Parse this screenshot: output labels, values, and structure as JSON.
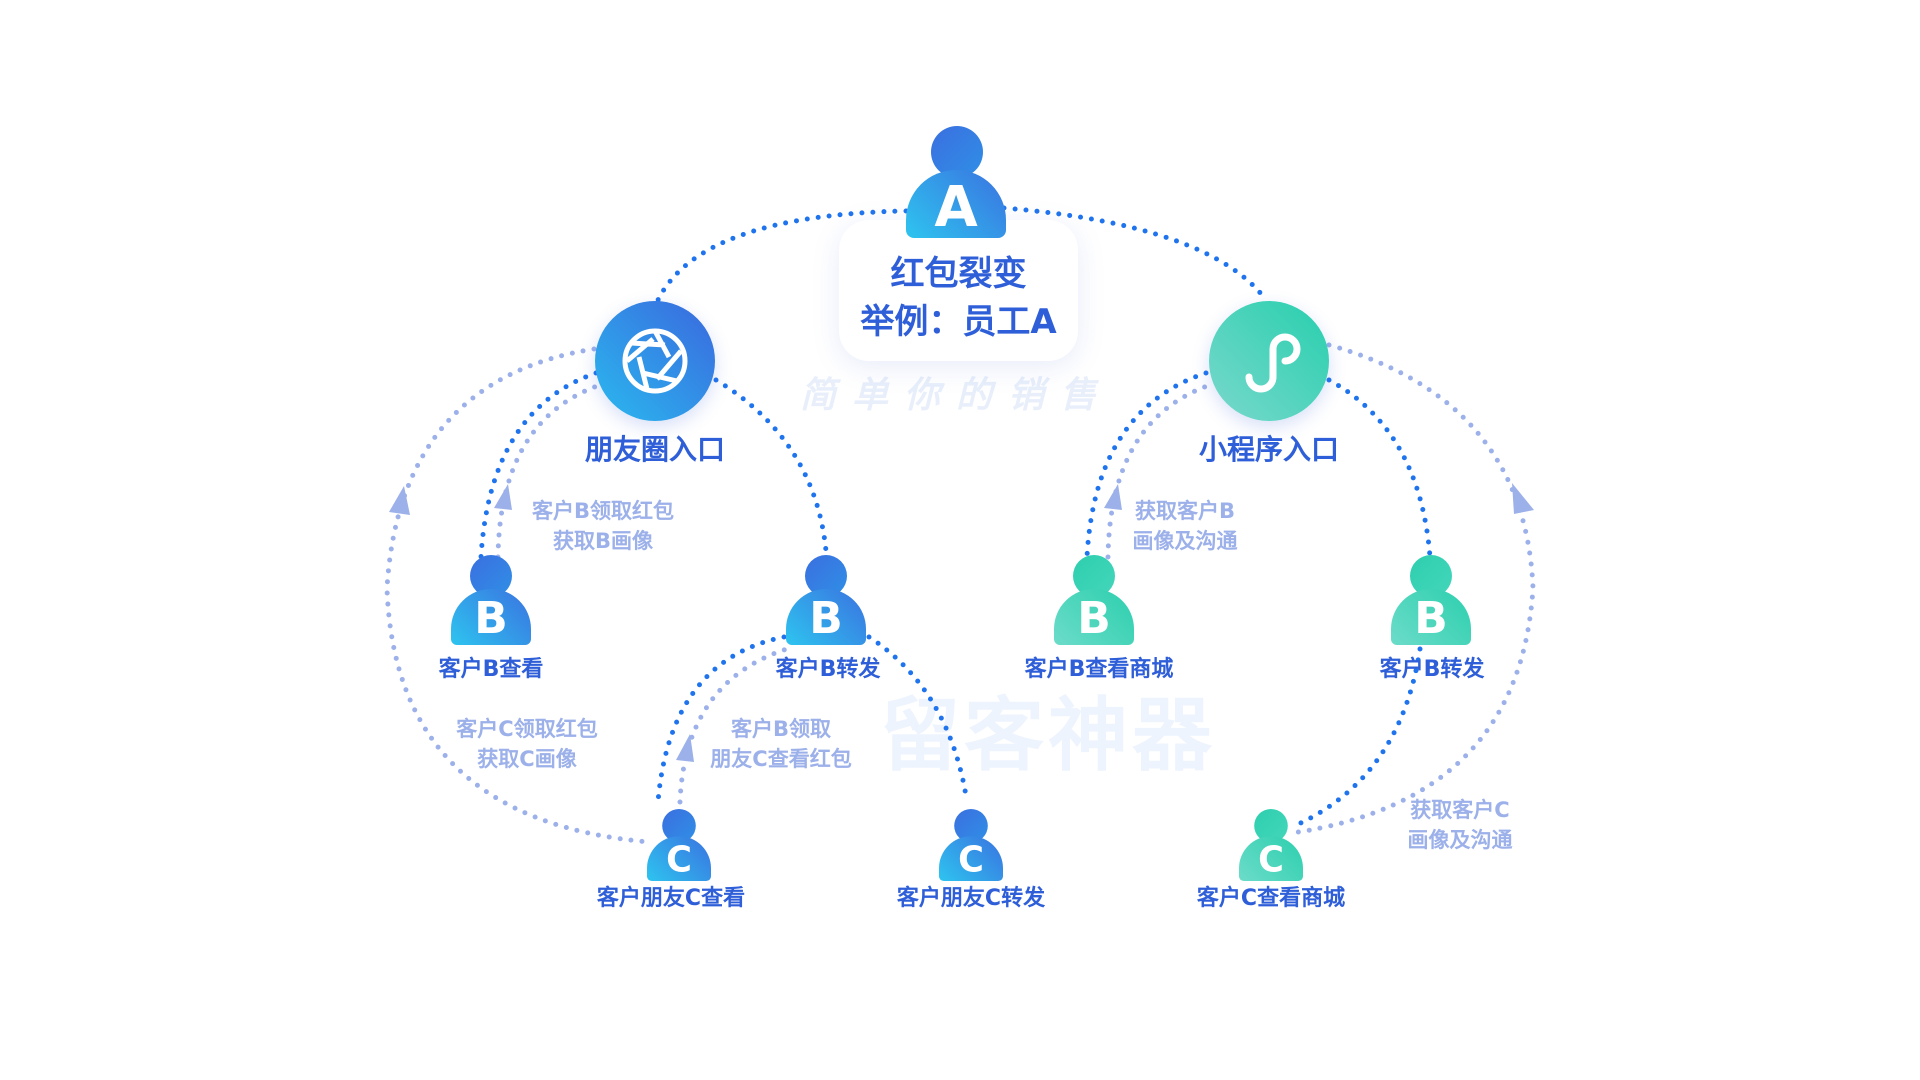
{
  "watermark": {
    "brand": "留客神器",
    "slogan": "简单你的销售"
  },
  "center": {
    "avatar_letter": "A",
    "title": "红包裂变",
    "subtitle": "举例：员工A"
  },
  "entries": {
    "moments": "朋友圈入口",
    "miniprogram": "小程序入口"
  },
  "nodes": {
    "b1": {
      "letter": "B",
      "label": "客户B查看"
    },
    "b2": {
      "letter": "B",
      "label": "客户B转发"
    },
    "b3": {
      "letter": "B",
      "label": "客户B查看商城"
    },
    "b4": {
      "letter": "B",
      "label": "客户B转发"
    },
    "c1": {
      "letter": "C",
      "label": "客户朋友C查看"
    },
    "c2": {
      "letter": "C",
      "label": "客户朋友C转发"
    },
    "c3": {
      "letter": "C",
      "label": "客户C查看商城"
    }
  },
  "notes": {
    "n1": {
      "line1": "客户B领取红包",
      "line2": "获取B画像"
    },
    "n2": {
      "line1": "获取客户B",
      "line2": "画像及沟通"
    },
    "n3": {
      "line1": "客户C领取红包",
      "line2": "获取C画像"
    },
    "n4": {
      "line1": "客户B领取",
      "line2": "朋友C查看红包"
    },
    "n5": {
      "line1": "获取客户C",
      "line2": "画像及沟通"
    }
  },
  "colors": {
    "blue": "#2f5fd8",
    "dot": "#1f74ee",
    "light": "#9cb0ea",
    "green": "#2ccfae"
  }
}
